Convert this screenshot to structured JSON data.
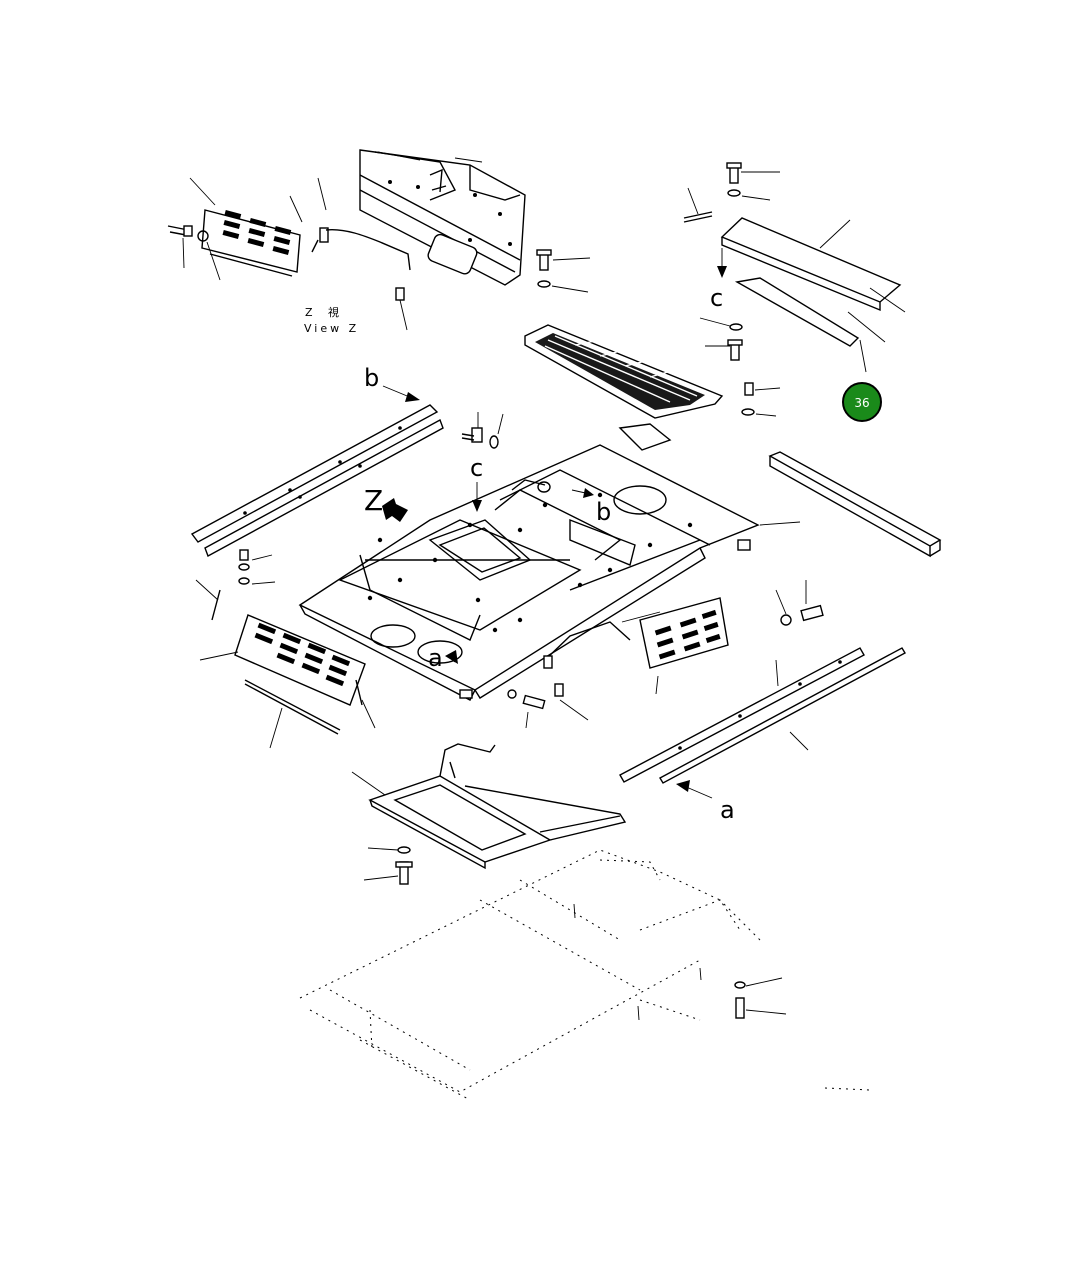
{
  "labels": {
    "ref_c_top": "c",
    "ref_c_center": "c",
    "ref_b_left": "b",
    "ref_b_center": "b",
    "ref_a_center": "a",
    "ref_a_right": "a",
    "view_arrow": "Z",
    "view_title_jp": "Z 視",
    "view_title_en": "View Z"
  },
  "callout": {
    "number": "36",
    "color": "#1a8a1a"
  }
}
